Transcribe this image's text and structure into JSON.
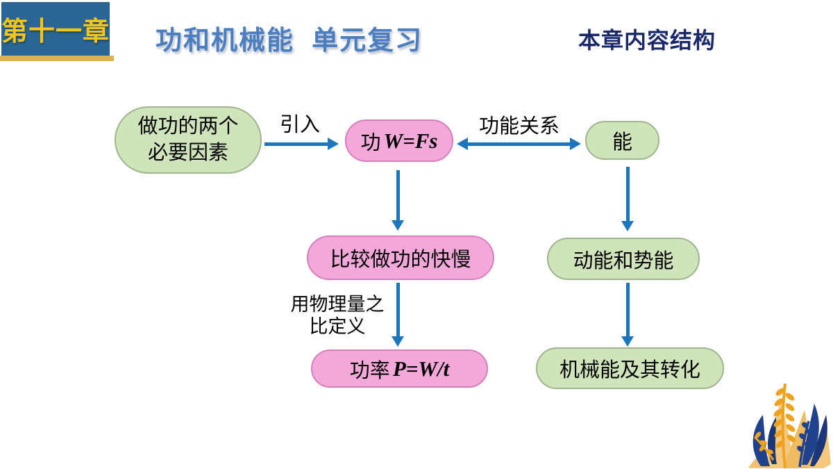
{
  "header": {
    "chapter_badge": "第十一章",
    "course_title": "功和机械能  单元复习",
    "section_title": "本章内容结构"
  },
  "diagram": {
    "nodes": {
      "factors_line1": "做功的两个",
      "factors_line2": "必要因素",
      "work_prefix": "功",
      "work_formula": "W=Fs",
      "energy": "能",
      "compare": "比较做功的快慢",
      "power_prefix": "功率",
      "power_formula": "P=W/t",
      "kinetic_potential": "动能和势能",
      "mechanical": "机械能及其转化"
    },
    "edge_labels": {
      "intro": "引入",
      "relation": "功能关系",
      "ratio_line1": "用物理量之",
      "ratio_line2": "比定义"
    }
  },
  "colors": {
    "green_fill": "#cfe4ba",
    "green_border": "#9fb58e",
    "pink_fill": "#f2a9da",
    "pink_border": "#d77fbd",
    "arrow_blue": "#1b76bd",
    "badge_bg": "#2a6593",
    "badge_text": "#f2c51c",
    "badge_underline": "#d9b254",
    "title_blue": "#4a7ec0",
    "section_navy": "#19276b",
    "plant_gold": "#efa21e",
    "plant_gold_light": "#f4c77c",
    "plant_blue": "#20418e"
  }
}
